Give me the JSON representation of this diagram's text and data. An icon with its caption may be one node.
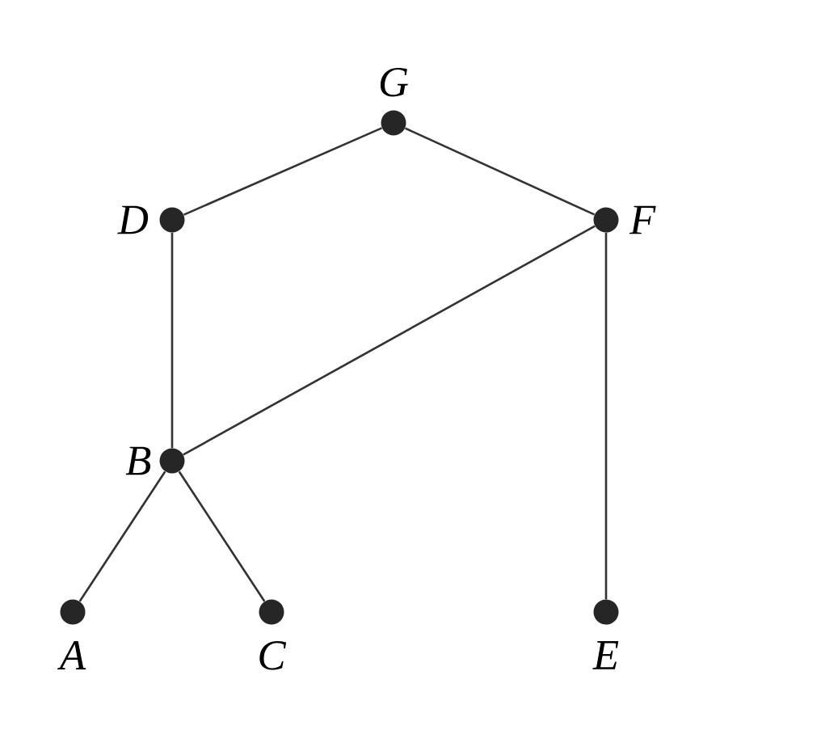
{
  "diagram": {
    "nodes": [
      {
        "text": [
          "G"
        ]
      },
      {
        "text": [
          "D"
        ]
      },
      {
        "text": [
          "F"
        ]
      },
      {
        "text": [
          "B"
        ]
      },
      {
        "text": [
          "A"
        ]
      },
      {
        "text": [
          "C"
        ]
      },
      {
        "text": [
          "E"
        ]
      }
    ],
    "edges": [
      {
        "from": 0,
        "to": 1,
        "arrow": "none"
      },
      {
        "from": 0,
        "to": 2,
        "arrow": "none"
      },
      {
        "from": 1,
        "to": 3,
        "arrow": "none"
      },
      {
        "from": 2,
        "to": 3,
        "arrow": "none"
      },
      {
        "from": 2,
        "to": 6,
        "arrow": "none"
      },
      {
        "from": 3,
        "to": 4,
        "arrow": "none"
      },
      {
        "from": 3,
        "to": 5,
        "arrow": "none"
      }
    ]
  }
}
